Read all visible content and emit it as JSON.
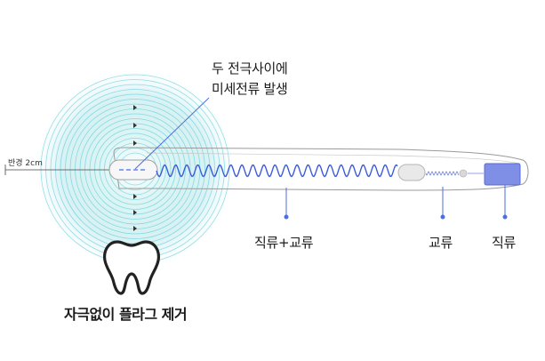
{
  "labels": {
    "electrode_title_line1": "두 전극사이에",
    "electrode_title_line2": "미세전류 발생",
    "radius": "반경 2cm",
    "dc_ac": "직류+교류",
    "ac": "교류",
    "dc": "직류",
    "tooth_caption": "자극없이 플라그 제거"
  },
  "colors": {
    "accent_blue": "#4a6fe3",
    "wave_blue": "#3b5bdb",
    "halo_teal": "#3ec3cc",
    "battery": "#7f8fe6",
    "outline": "#9a9a9a"
  },
  "icons": [
    "tooth-icon",
    "electrode-pill-icon",
    "battery-icon"
  ]
}
